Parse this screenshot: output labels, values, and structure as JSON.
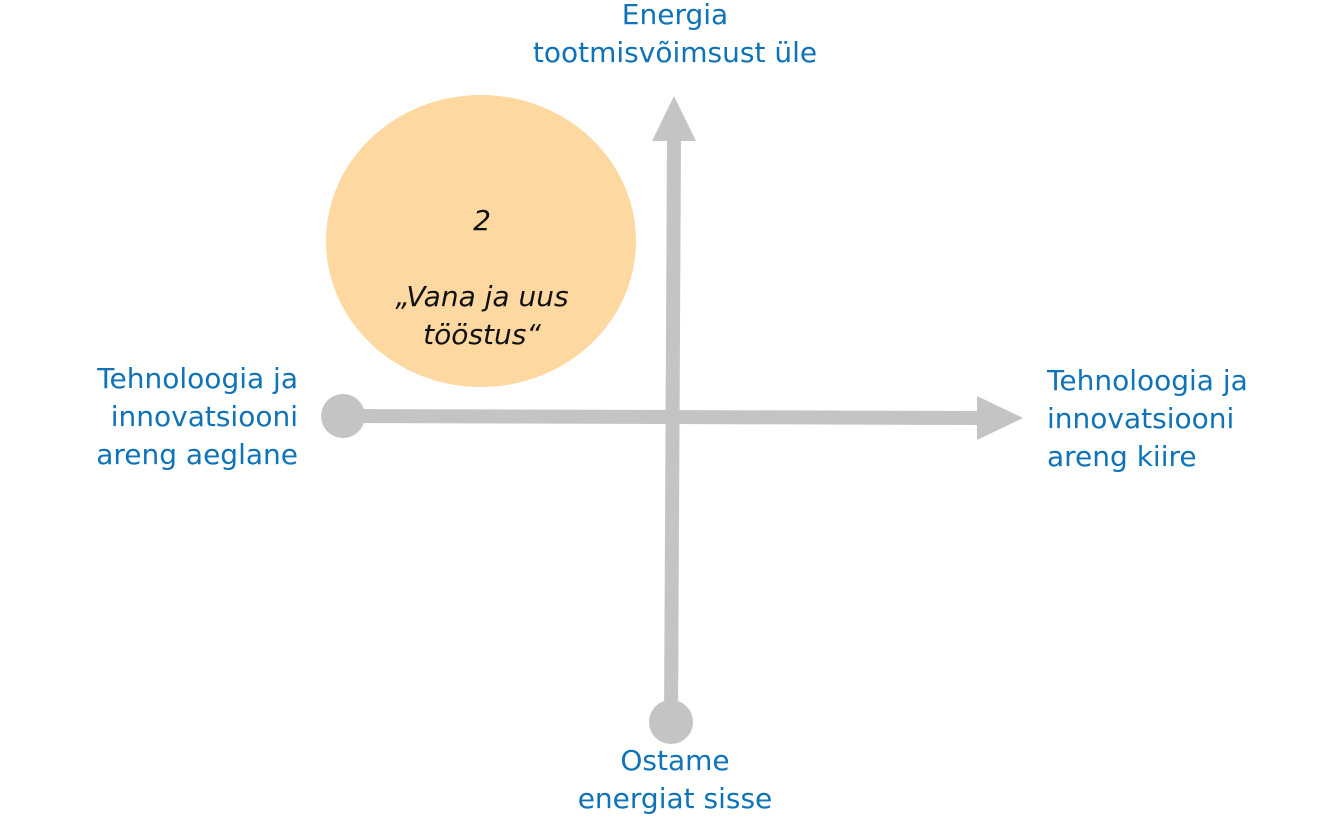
{
  "axes": {
    "top_label": "Energia\ntootmisvõimsust üle",
    "bottom_label": "Ostame\nenergiat sisse",
    "left_label": "Tehnoloogia ja\ninnovatsiooni\nareng aeglane",
    "right_label": "Tehnoloogia ja\ninnovatsiooni\nareng kiire"
  },
  "scenario": {
    "number": "2",
    "title": "„Vana ja uus\ntööstus“"
  },
  "colors": {
    "axis": "#c4c4c4",
    "label": "#0f73b8",
    "bubble": "#fdd8a1",
    "bubble_text": "#111111"
  }
}
